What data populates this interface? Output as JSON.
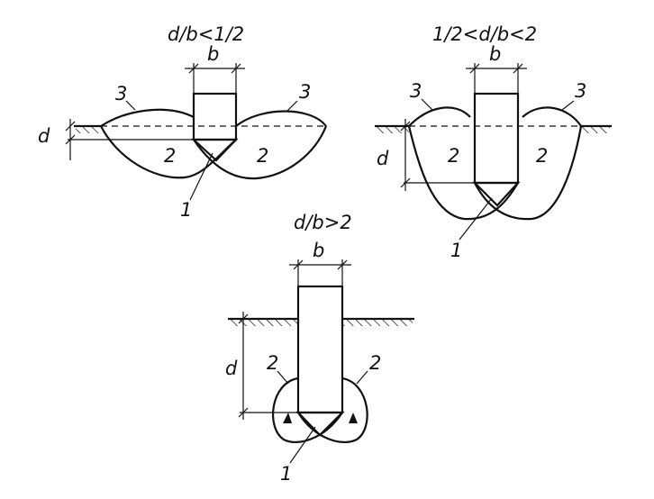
{
  "panels": {
    "shallow": {
      "condition": "d/b<1/2"
    },
    "medium": {
      "condition": "1/2<d/b<2"
    },
    "deep": {
      "condition": "d/b>2"
    }
  },
  "labels": {
    "width": "b",
    "depth": "d",
    "zone_1": "1",
    "zone_2": "2",
    "zone_3": "3"
  }
}
